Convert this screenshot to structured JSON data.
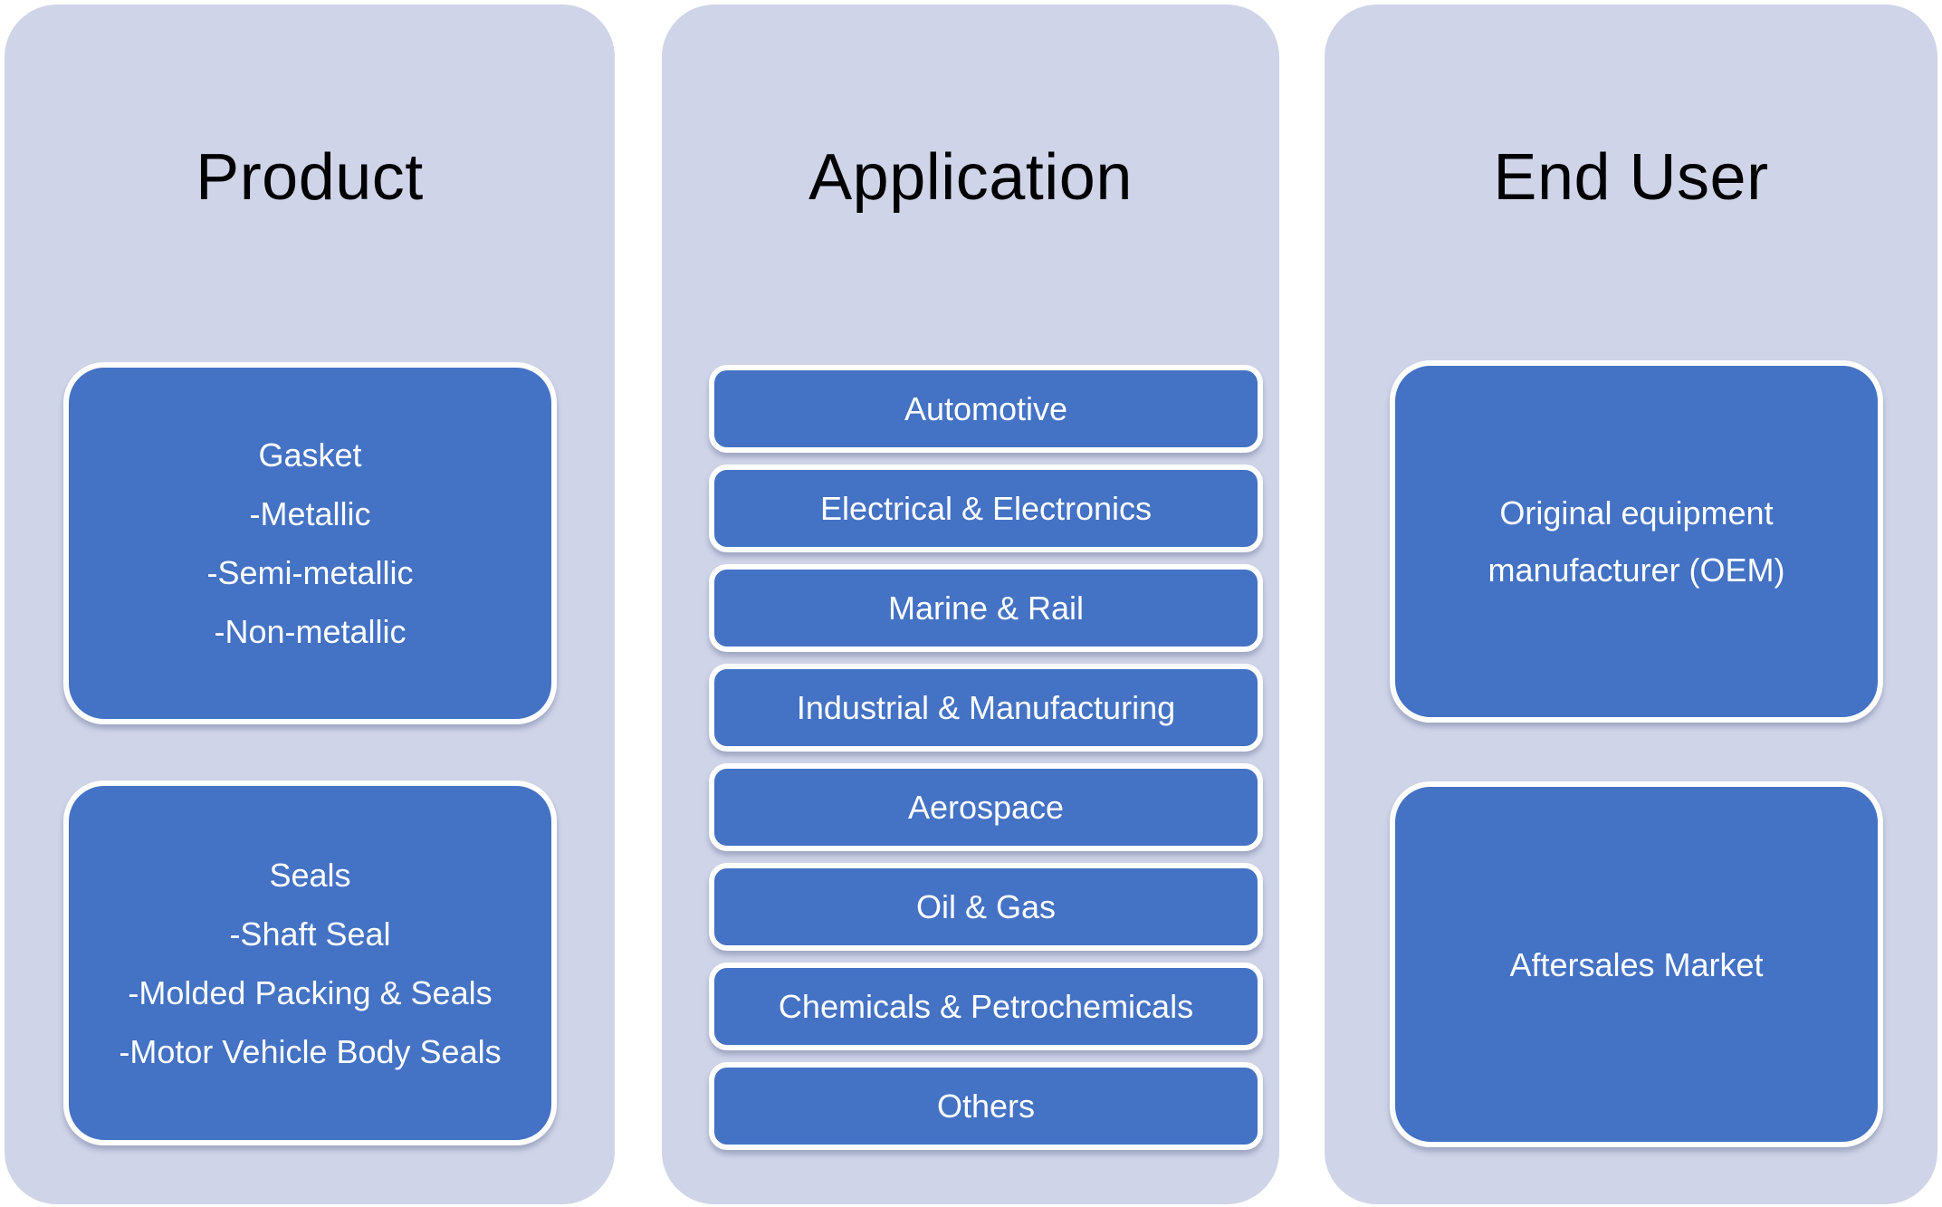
{
  "colors": {
    "page_bg": "#ffffff",
    "column_bg": "#cfd4e8",
    "box_bg": "#4472c4",
    "box_border": "#ffffff",
    "box_text": "#ffffff",
    "title_text": "#000000"
  },
  "columns": {
    "product": {
      "title": "Product",
      "gasket_box": {
        "lines": [
          "Gasket",
          "-Metallic",
          "-Semi-metallic",
          "-Non-metallic"
        ]
      },
      "seals_box": {
        "lines": [
          "Seals",
          "-Shaft Seal",
          "-Molded Packing & Seals",
          "-Motor Vehicle Body Seals"
        ]
      }
    },
    "application": {
      "title": "Application",
      "items": [
        "Automotive",
        "Electrical & Electronics",
        "Marine & Rail",
        "Industrial & Manufacturing",
        "Aerospace",
        "Oil & Gas",
        "Chemicals & Petrochemicals",
        "Others"
      ]
    },
    "end_user": {
      "title": "End User",
      "oem_box": {
        "lines": [
          "Original equipment",
          "manufacturer (OEM)"
        ]
      },
      "aftersales_box": {
        "lines": [
          "Aftersales Market"
        ]
      }
    }
  }
}
